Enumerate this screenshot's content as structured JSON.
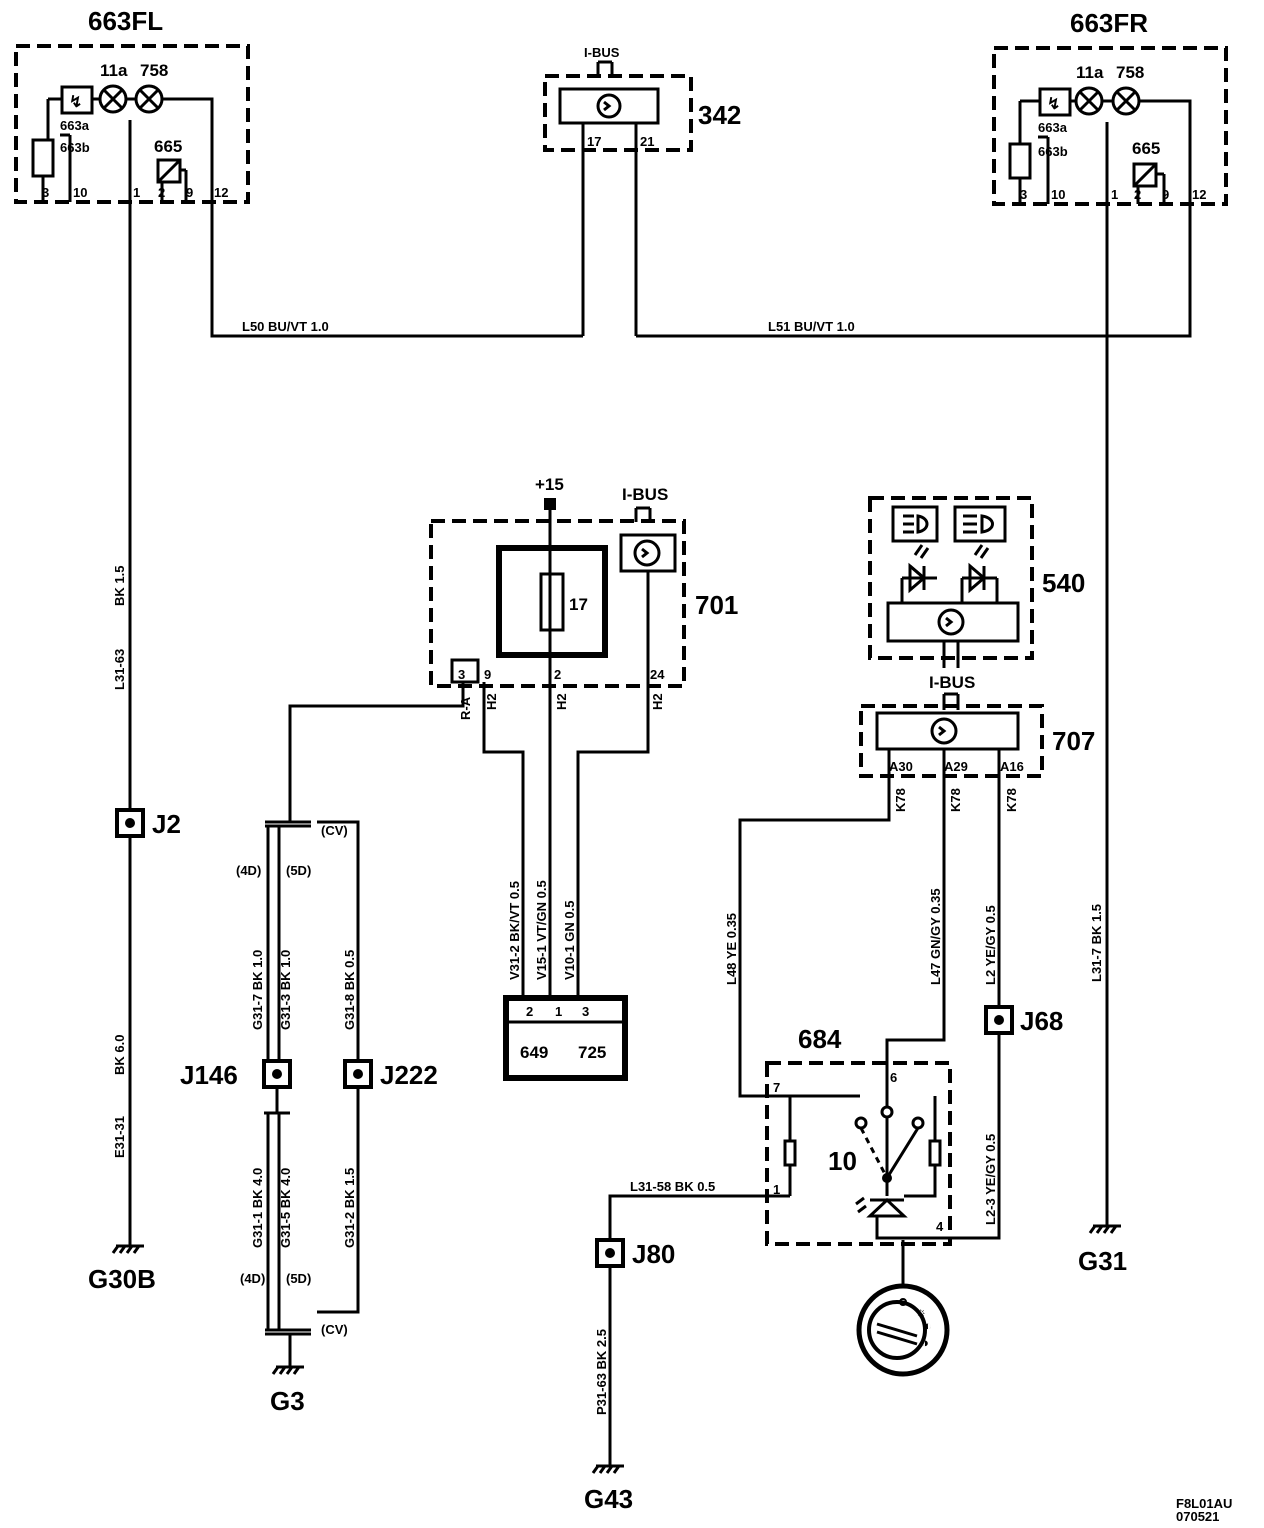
{
  "components": {
    "c663fl": {
      "name": "663FL",
      "lamp1": "11a",
      "lamp2": "758",
      "sub_a": "663a",
      "sub_b": "663b",
      "motor": "665",
      "pins": [
        "3",
        "10",
        "1",
        "2",
        "9",
        "12"
      ]
    },
    "c663fr": {
      "name": "663FR",
      "lamp1": "11a",
      "lamp2": "758",
      "sub_a": "663a",
      "sub_b": "663b",
      "motor": "665",
      "pins": [
        "3",
        "10",
        "1",
        "2",
        "9",
        "12"
      ]
    },
    "c342": {
      "name": "342",
      "bus": "I-BUS",
      "pin_left": "17",
      "pin_right": "21"
    },
    "c701": {
      "name": "701",
      "bus": "I-BUS",
      "supply": "+15",
      "fuse": "17",
      "pins": [
        "3",
        "9",
        "2",
        "24"
      ],
      "conn": [
        "R-A",
        "H2",
        "H2",
        "H2"
      ]
    },
    "c540": {
      "name": "540",
      "bus": "I-BUS"
    },
    "c707": {
      "name": "707",
      "pins": [
        "A30",
        "A29",
        "A16"
      ],
      "conn": [
        "K78",
        "K78",
        "K78"
      ]
    },
    "c684": {
      "name": "684",
      "switch": "10",
      "pins": [
        "7",
        "6",
        "1",
        "4"
      ]
    },
    "connector": {
      "pins": [
        "2",
        "1",
        "3"
      ],
      "num1": "649",
      "num2": "725"
    }
  },
  "wires": {
    "l50": "L50   BU/VT 1.0",
    "l51": "L51  BU/VT  1.0",
    "l31_63": "L31-63",
    "l31_63_bk": "BK  1.5",
    "e31_31": "E31-31",
    "e31_31_bk": "BK  6.0",
    "l31_7": "L31-7  BK  1.5",
    "g31_7": "G31-7  BK  1.0",
    "g31_3": "G31-3  BK  1.0",
    "g31_8": "G31-8  BK  0.5",
    "g31_1": "G31-1  BK  4.0",
    "g31_5": "G31-5  BK  4.0",
    "g31_2": "G31-2  BK  1.5",
    "v31_2": "V31-2  BK/VT  0.5",
    "v15_1": "V15-1  VT/GN  0.5",
    "v10_1": "V10-1  GN  0.5",
    "l48": "L48  YE  0.35",
    "l47": "L47  GN/GY 0.35",
    "l2": "L2  YE/GY  0.5",
    "l2_3": "L2-3  YE/GY  0.5",
    "l31_58": "L31-58  BK     0.5",
    "p31_63": "P31-63  BK  2.5",
    "tag_4d": "(4D)",
    "tag_5d": "(5D)",
    "tag_cv": "(CV)"
  },
  "junctions": {
    "j2": "J2",
    "j146": "J146",
    "j222": "J222",
    "j68": "J68",
    "j80": "J80"
  },
  "grounds": {
    "g30b": "G30B",
    "g31": "G31",
    "g3": "G3",
    "g43": "G43"
  },
  "footer": {
    "code": "F8L01AU",
    "date": "070521"
  }
}
